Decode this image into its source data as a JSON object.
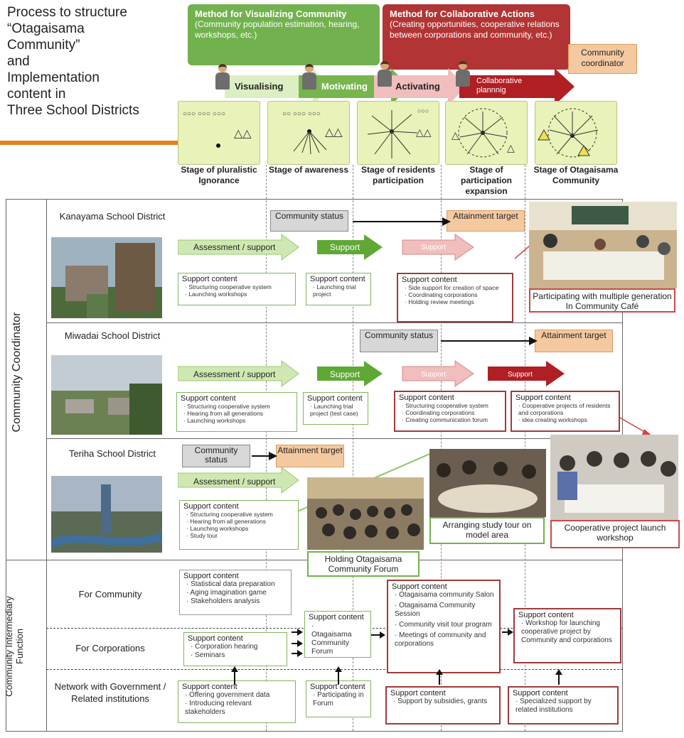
{
  "title": "Process to structure\n“Otagaisama\nCommunity”\nand\nImplementation\ncontent in\nThree School Districts",
  "methods": {
    "visualizing": {
      "title": "Method for Visualizing Community",
      "body": "(Community population estimation, hearing, workshops, etc.)"
    },
    "collaborative": {
      "title": "Method for Collaborative  Actions",
      "body": "(Creating opportunities, cooperative relations between corporations and community, etc.)"
    },
    "coordinator": "Community coordinator"
  },
  "phases": [
    "Visualising",
    "Motivating",
    "Activating",
    "Collaborative plannnig"
  ],
  "stages": [
    "Stage of pluralistic Ignorance",
    "Stage of awareness",
    "Stage of residents participation",
    "Stage of participation expansion",
    "Stage of Otagaisama Community"
  ],
  "side": {
    "coordinator": "Community Coordinator",
    "intermediary": "Community Intermediary Function"
  },
  "labels": {
    "community_status": "Community status",
    "attainment_target": "Attainment target",
    "assessment": "Assessment / support",
    "support": "Support",
    "support_content": "Support content"
  },
  "kanayama": {
    "name": "Kanayama School District",
    "box1": [
      "Structuring cooperative system",
      "Launching workshops"
    ],
    "box2": [
      "Launching trial project"
    ],
    "box3": [
      "Side support for creation of space",
      "Coordinating corporations",
      "Holding review meetings"
    ],
    "caption": "Participating with multiple generation  In Community Café"
  },
  "miwadai": {
    "name": "Miwadai School District",
    "box1": [
      "Structuring cooperative system",
      "Hearing from all generations",
      "Launching workshops"
    ],
    "box2": [
      "Launching trial project  (test case)"
    ],
    "box3": [
      "Structuring cooperative system",
      "Coordinating corporations",
      "Creating communication forum"
    ],
    "box4": [
      "Cooperative projects of residents and corporations",
      "idea creating workshops"
    ]
  },
  "teriha": {
    "name": "Teriha School District",
    "box1": [
      "Structuring cooperative system",
      "Hearing from all generations",
      "Launching workshops",
      "Study tour"
    ],
    "caption_forum": "Holding Otagaisama Community Forum",
    "caption_tour": "Arranging study tour on model area",
    "caption_workshop": "Cooperative project launch workshop"
  },
  "intermediary": {
    "rows": [
      "For Community",
      "For Corporations",
      "Network with Government / Related institutions"
    ],
    "community": [
      "Statistical data preparation",
      "Aging imagination game",
      "Stakeholders analysis"
    ],
    "corporations": [
      "Corporation hearing",
      "Seminars"
    ],
    "forum": [
      "Otagaisama Community Forum"
    ],
    "salon": [
      "Otagaisama  community Salon",
      "Otagaisama Community Session",
      "Community visit tour program",
      "Meetings of community and corporations"
    ],
    "workshop": [
      "Workshop for launching cooperative project by Community and corporations"
    ],
    "gov": [
      "Offering government data",
      "Introducing relevant stakeholders"
    ],
    "participating": [
      "Participating in Forum"
    ],
    "subsidies": [
      "Support by subsidies, grants"
    ],
    "specialized": [
      "Specialized support by related institutions"
    ]
  }
}
